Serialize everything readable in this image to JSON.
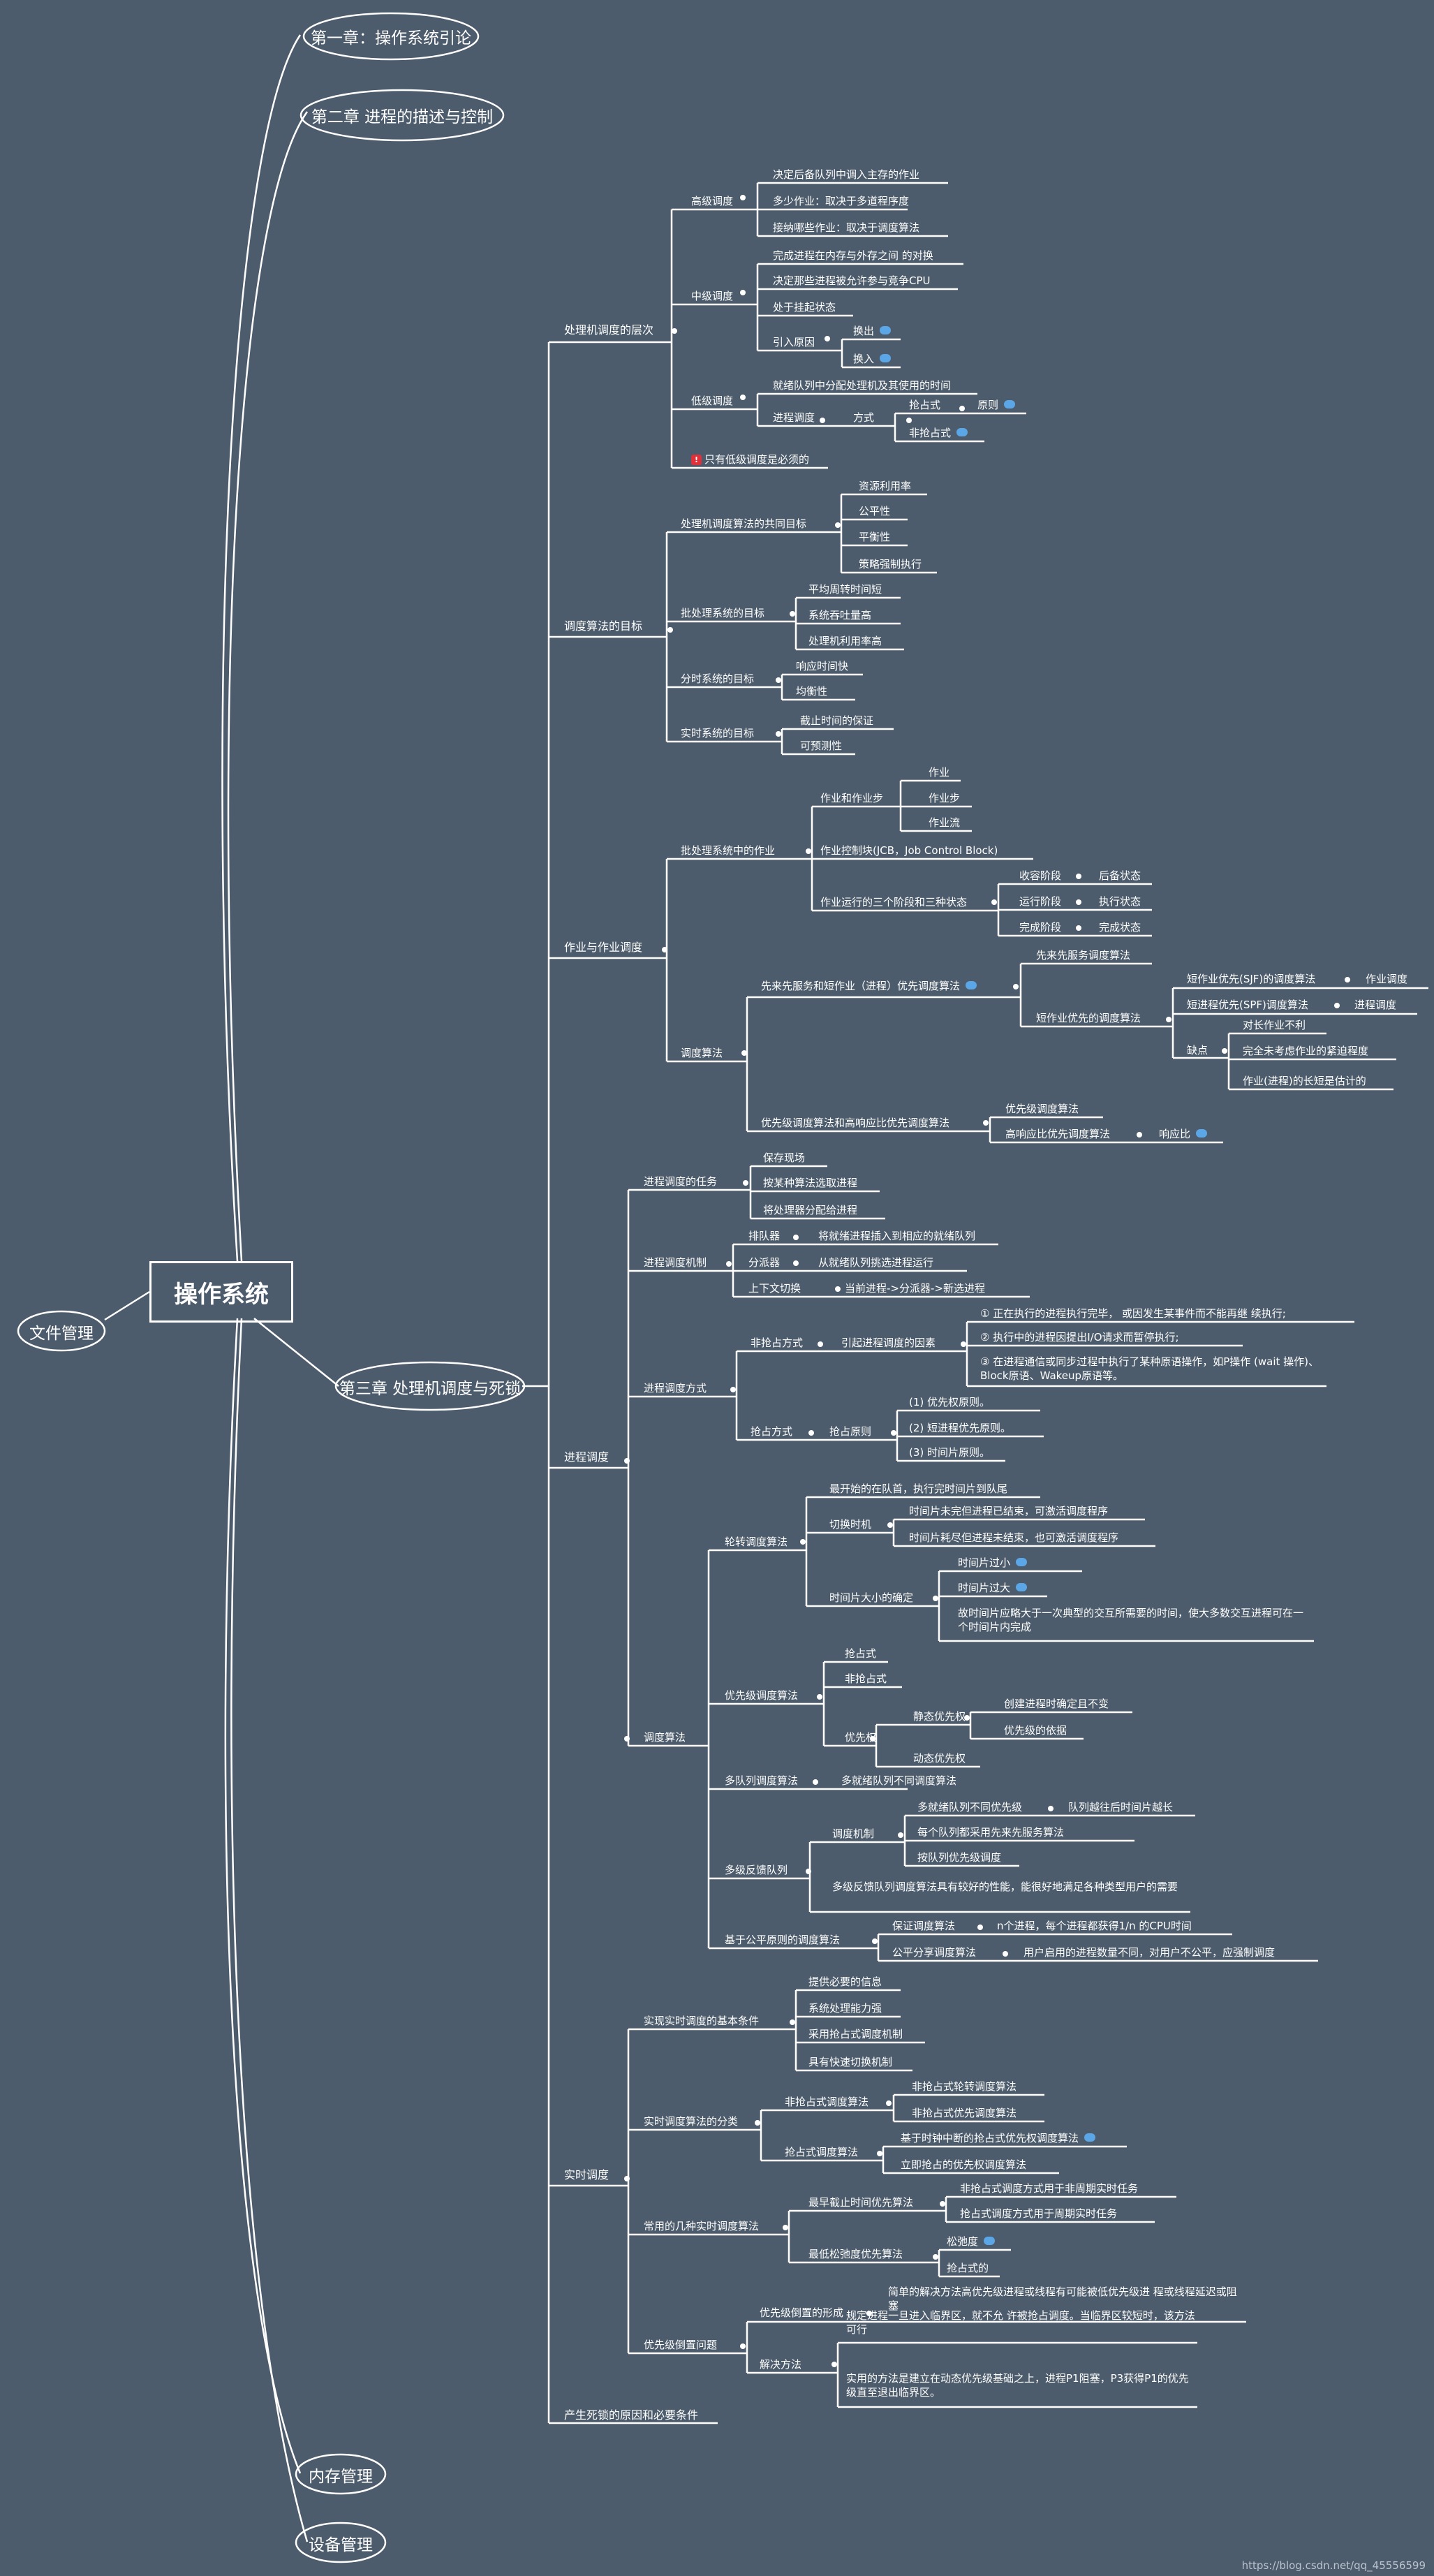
{
  "root": "操作系统",
  "chapters": {
    "ch1": "第一章：操作系统引论",
    "ch2": "第二章 进程的描述与控制",
    "ch3": "第三章 处理机调度与死锁",
    "file": "文件管理",
    "memory": "内存管理",
    "device": "设备管理"
  },
  "ch3": {
    "levels": {
      "title": "处理机调度的层次",
      "high": {
        "label": "高级调度",
        "items": [
          "决定后备队列中调入主存的作业",
          "多少作业：取决于多道程序度",
          "接纳哪些作业：取决于调度算法"
        ]
      },
      "mid": {
        "label": "中级调度",
        "items": [
          "完成进程在内存与外存之间 的对换",
          "决定那些进程被允许参与竞争CPU",
          "处于挂起状态"
        ],
        "reason": "引入原因",
        "swap_out": "换出",
        "swap_in": "换入"
      },
      "low": {
        "label": "低级调度",
        "item1": "就绪队列中分配处理机及其使用的时间",
        "proc": "进程调度",
        "method": "方式",
        "preempt": "抢占式",
        "principle": "原则",
        "nonpreempt": "非抢占式"
      },
      "must": "只有低级调度是必须的"
    },
    "goals": {
      "title": "调度算法的目标",
      "common": {
        "label": "处理机调度算法的共同目标",
        "items": [
          "资源利用率",
          "公平性",
          "平衡性",
          "策略强制执行"
        ]
      },
      "batch": {
        "label": "批处理系统的目标",
        "items": [
          "平均周转时间短",
          "系统吞吐量高",
          "处理机利用率高"
        ]
      },
      "ts": {
        "label": "分时系统的目标",
        "items": [
          "响应时间快",
          "均衡性"
        ]
      },
      "rt": {
        "label": "实时系统的目标",
        "items": [
          "截止时间的保证",
          "可预测性"
        ]
      }
    },
    "job": {
      "title": "作业与作业调度",
      "batch": "批处理系统中的作业",
      "jobstep": "作业和作业步",
      "jobstep_items": [
        "作业",
        "作业步",
        "作业流"
      ],
      "jcb": "作业控制块(JCB，Job  Control  Block)",
      "stages": "作业运行的三个阶段和三种状态",
      "stage_list": [
        [
          "收容阶段",
          "后备状态"
        ],
        [
          "运行阶段",
          "执行状态"
        ],
        [
          "完成阶段",
          "完成状态"
        ]
      ],
      "algo": "调度算法",
      "fcfs_sjf": "先来先服务和短作业（进程）优先调度算法",
      "fcfs": "先来先服务调度算法",
      "sjf": "短作业优先的调度算法",
      "sjf_job": "短作业优先(SJF)的调度算法",
      "job_sched": "作业调度",
      "spf": "短进程优先(SPF)调度算法",
      "proc_sched": "进程调度",
      "cons": "缺点",
      "cons_items": [
        "对长作业不利",
        "完全未考虑作业的紧迫程度",
        "作业(进程)的长短是估计的"
      ],
      "prio_hrrn": "优先级调度算法和高响应比优先调度算法",
      "prio": "优先级调度算法",
      "hrrn": "高响应比优先调度算法",
      "ratio": "响应比"
    },
    "proc": {
      "title": "进程调度",
      "tasks": "进程调度的任务",
      "tasks_items": [
        "保存现场",
        "按某种算法选取进程",
        "将处理器分配给进程"
      ],
      "mech": "进程调度机制",
      "queue": "排队器",
      "queue_d": "将就绪进程插入到相应的就绪队列",
      "dispatch": "分派器",
      "dispatch_d": "从就绪队列挑选进程运行",
      "ctx": "上下文切换",
      "ctx_d": "当前进程->分派器->新选进程",
      "mode": "进程调度方式",
      "nonpre": "非抢占方式",
      "factor": "引起进程调度的因素",
      "factor_items": [
        "① 正在执行的进程执行完毕， 或因发生某事件而不能再继 续执行;",
        "② 执行中的进程因提出I/O请求而暂停执行;",
        "③ 在进程通信或同步过程中执行了某种原语操作，如P操作 (wait 操作)、Block原语、Wakeup原语等。"
      ],
      "pre": "抢占方式",
      "pre_principle": "抢占原则",
      "pre_items": [
        "(1) 优先权原则。",
        "(2) 短进程优先原则。",
        "(3) 时间片原则。"
      ],
      "algo": "调度算法",
      "rr": "轮转调度算法",
      "rr_first": "最开始的在队首，执行完时间片到队尾",
      "switch": "切换时机",
      "switch_items": [
        "时间片未完但进程已结束，可激活调度程序",
        "时间片耗尽但进程未结束，也可激活调度程序"
      ],
      "slice": "时间片大小的确定",
      "slice_small": "时间片过小",
      "slice_big": "时间片过大",
      "slice_desc": "故时间片应略大于一次典型的交互所需要的时间，使大多数交互进程可在一个时间片内完成",
      "prio": "优先级调度算法",
      "prio_pre": "抢占式",
      "prio_nonpre": "非抢占式",
      "prio_rank": "优先权",
      "static": "静态优先权",
      "static_items": [
        "创建进程时确定且不变",
        "优先级的依据"
      ],
      "dynamic": "动态优先权",
      "mq": "多队列调度算法",
      "mq_d": "多就绪队列不同调度算法",
      "mfq": "多级反馈队列",
      "mfq_mech": "调度机制",
      "mfq_items": [
        "多就绪队列不同优先级",
        "每个队列都采用先来先服务算法",
        "按队列优先级调度"
      ],
      "mfq_slice": "队列越往后时间片越长",
      "mfq_desc": "多级反馈队列调度算法具有较好的性能，能很好地满足各种类型用户的需要",
      "fair": "基于公平原则的调度算法",
      "fair_guarantee": "保证调度算法",
      "fair_guarantee_d": "n个进程，每个进程都获得1/n 的CPU时间",
      "fair_share": "公平分享调度算法",
      "fair_share_d": "用户启用的进程数量不同，对用户不公平，应强制调度"
    },
    "rt": {
      "title": "实时调度",
      "basic": "实现实时调度的基本条件",
      "basic_items": [
        "提供必要的信息",
        "系统处理能力强",
        "采用抢占式调度机制",
        "具有快速切换机制"
      ],
      "cls": "实时调度算法的分类",
      "nonpre": "非抢占式调度算法",
      "nonpre_items": [
        "非抢占式轮转调度算法",
        "非抢占式优先调度算法"
      ],
      "pre": "抢占式调度算法",
      "pre_items": [
        "基于时钟中断的抢占式优先权调度算法",
        "立即抢占的优先权调度算法"
      ],
      "common": "常用的几种实时调度算法",
      "edf": "最早截止时间优先算法",
      "edf_items": [
        "非抢占式调度方式用于非周期实时任务",
        "抢占式调度方式用于周期实时任务"
      ],
      "llf": "最低松弛度优先算法",
      "llf_items": [
        "松弛度",
        "抢占式的"
      ],
      "inversion": "优先级倒置问题",
      "form": "优先级倒置的形成",
      "form_d": "简单的解决方法高优先级进程或线程有可能被低优先级进 程或线程延迟或阻塞",
      "solve": "解决方法",
      "solve_items": [
        "规定进程一旦进入临界区，就不允 许被抢占调度。当临界区较短时，该方法可行",
        "实用的方法是建立在动态优先级基础之上，进程P1阻塞，P3获得P1的优先级直至退出临界区。"
      ]
    },
    "deadlock": "产生死锁的原因和必要条件"
  },
  "watermark": "https://blog.csdn.net/qq_45556599"
}
